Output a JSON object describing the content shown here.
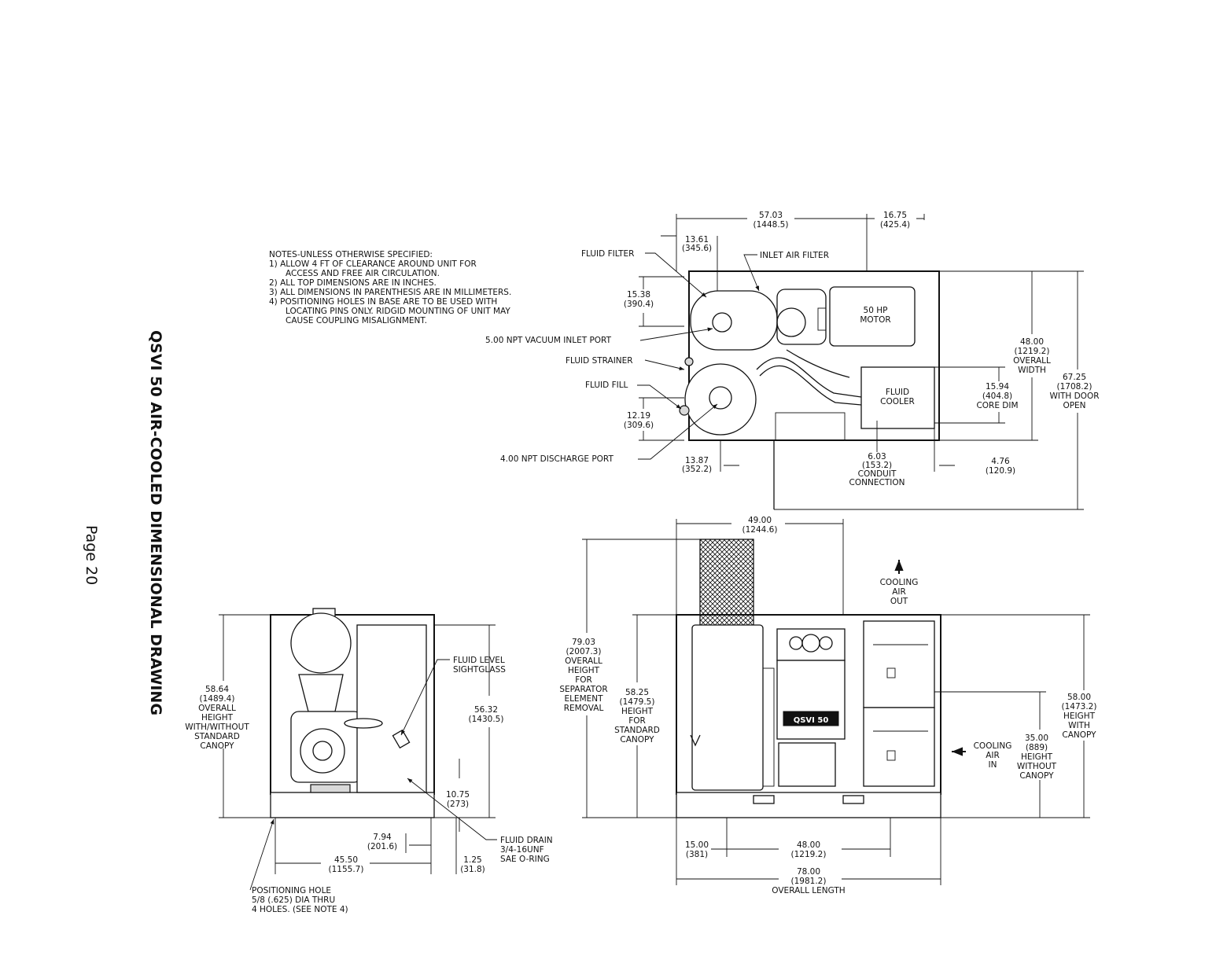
{
  "title": "QSVI 50 AIR-COOLED DIMENSIONAL DRAWING",
  "page": "Page 20",
  "notes": [
    "NOTES-UNLESS OTHERWISE SPECIFIED:",
    "1) ALLOW 4 FT OF CLEARANCE AROUND UNIT FOR",
    "ACCESS AND FREE AIR CIRCULATION.",
    "2) ALL TOP DIMENSIONS ARE IN INCHES.",
    "3) ALL DIMENSIONS IN PARENTHESIS ARE IN MILLIMETERS.",
    "4) POSITIONING HOLES IN BASE ARE TO BE USED WITH",
    "LOCATING PINS ONLY. RIDGID MOUNTING OF UNIT MAY",
    "CAUSE COUPLING MISALIGNMENT."
  ],
  "top_view": {
    "callouts": {
      "fluid_filter": "FLUID FILTER",
      "inlet_air_filter": "INLET AIR FILTER",
      "vacuum_inlet": "5.00 NPT VACUUM INLET PORT",
      "fluid_strainer": "FLUID STRAINER",
      "fluid_fill": "FLUID FILL",
      "discharge_port": "4.00 NPT DISCHARGE PORT"
    },
    "motor": [
      "50 HP",
      "MOTOR"
    ],
    "cooler": [
      "FLUID",
      "COOLER"
    ],
    "dims": {
      "d57": [
        "57.03",
        "(1448.5)"
      ],
      "d16": [
        "16.75",
        "(425.4)"
      ],
      "d13a": [
        "13.61",
        "(345.6)"
      ],
      "d15": [
        "15.38",
        "(390.4)"
      ],
      "d12": [
        "12.19",
        "(309.6)"
      ],
      "d13b": [
        "13.87",
        "(352.2)"
      ],
      "d6": [
        "6.03",
        "(153.2)",
        "CONDUIT",
        "CONNECTION"
      ],
      "d48w": [
        "48.00",
        "(1219.2)",
        "OVERALL",
        "WIDTH"
      ],
      "d67": [
        "67.25",
        "(1708.2)",
        "WITH DOOR",
        "OPEN"
      ],
      "dcore": [
        "15.94",
        "(404.8)",
        "CORE DIM"
      ],
      "d4": [
        "4.76",
        "(120.9)"
      ]
    }
  },
  "end_view": {
    "callouts": {
      "sightglass": [
        "FLUID LEVEL",
        "SIGHTGLASS"
      ],
      "drain": [
        "FLUID DRAIN",
        "3/4-16UNF",
        "SAE O-RING"
      ],
      "positioning": [
        "POSITIONING HOLE",
        "5/8 (.625) DIA THRU",
        "4 HOLES. (SEE NOTE 4)"
      ]
    },
    "dims": {
      "d58": [
        "58.64",
        "(1489.4)",
        "OVERALL",
        "HEIGHT",
        "WITH/WITHOUT",
        "STANDARD",
        "CANOPY"
      ],
      "d56": [
        "56.32",
        "(1430.5)"
      ],
      "d10": [
        "10.75",
        "(273)"
      ],
      "d7": [
        "7.94",
        "(201.6)"
      ],
      "d45": [
        "45.50",
        "(1155.7)"
      ],
      "d1": [
        "1.25",
        "(31.8)"
      ]
    }
  },
  "front_view": {
    "badge": "QSVI 50",
    "cooling_out": [
      "COOLING",
      "AIR",
      "OUT"
    ],
    "cooling_in": [
      "COOLING",
      "AIR",
      "IN"
    ],
    "dims": {
      "d49": [
        "49.00",
        "(1244.6)"
      ],
      "d79": [
        "79.03",
        "(2007.3)",
        "OVERALL",
        "HEIGHT",
        "FOR",
        "SEPARATOR",
        "ELEMENT",
        "REMOVAL"
      ],
      "d58h": [
        "58.25",
        "(1479.5)",
        "HEIGHT",
        "FOR",
        "STANDARD",
        "CANOPY"
      ],
      "d58c": [
        "58.00",
        "(1473.2)",
        "HEIGHT",
        "WITH",
        "CANOPY"
      ],
      "d35": [
        "35.00",
        "(889)",
        "HEIGHT",
        "WITHOUT",
        "CANOPY"
      ],
      "d15": [
        "15.00",
        "(381)"
      ],
      "d48": [
        "48.00",
        "(1219.2)"
      ],
      "d78": [
        "78.00",
        "(1981.2)",
        "OVERALL LENGTH"
      ]
    }
  }
}
